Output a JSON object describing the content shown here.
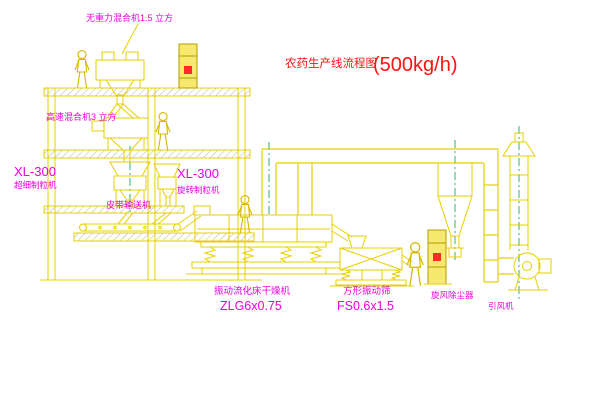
{
  "title": {
    "text": "农药生产线流程图",
    "capacity": "(500kg/h)"
  },
  "labels": {
    "top_mixer": "无重力混合机1.5 立方",
    "high_speed_mixer": "高速混合机3 立方",
    "granulator_left_model": "XL-300",
    "granulator_left_name": "超细制粒机",
    "granulator_right_model": "XL-300",
    "granulator_right_name": "旋转制粒机",
    "belt_conveyor": "皮带输送机",
    "dryer_name": "振动流化床干燥机",
    "dryer_model": "ZLG6x0.75",
    "sieve_name": "方形振动筛",
    "sieve_model": "FS0.6x1.5",
    "cyclone": "旋风除尘器",
    "fan": "引风机"
  },
  "colors": {
    "line": "#e6cf00",
    "person": "#d8b800",
    "label": "#ee00dd",
    "title": "#ff1212",
    "centerline": "#00a050",
    "hatch": "#adadad",
    "cabinet_fill": "#f5e96e",
    "indicator": "#ff2a2a"
  }
}
